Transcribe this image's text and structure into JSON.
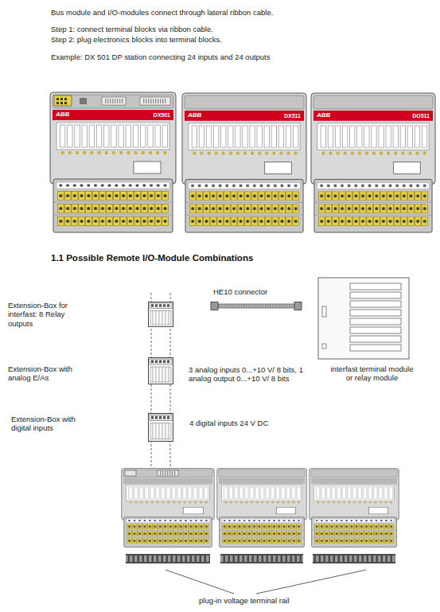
{
  "diagram": {
    "title": "1.1 Possible Remote I/O-Module Combinations",
    "nodes": [
      {
        "text": [
          "ABB",
          "DX501"
        ]
      },
      {
        "text": [
          "ABB",
          "DX511"
        ]
      },
      {
        "text": [
          "ABB",
          "DO511"
        ]
      }
    ],
    "labels": [
      "Bus module and I/O-modules connect through lateral ribbon cable.",
      "Step 1: connect terminal blocks via ribbon cable.",
      "Step 2: plug electronics blocks into terminal blocks.",
      "Example: DX 501 DP station connecting 24 inputs and 24 outputs",
      "HE10 connector",
      "Extension-Box for interfast: 8 Relay outputs",
      "Extension-Box with analog E/As",
      "3 analog inputs 0...+10 V/ 8 bits, 1 analog output 0...+10 V/ 8 bits",
      "interfast terminal module or relay module",
      "Extension-Box with digital inputs",
      "4 digital inputs 24 V DC",
      "plug-in voltage terminal rail"
    ]
  }
}
